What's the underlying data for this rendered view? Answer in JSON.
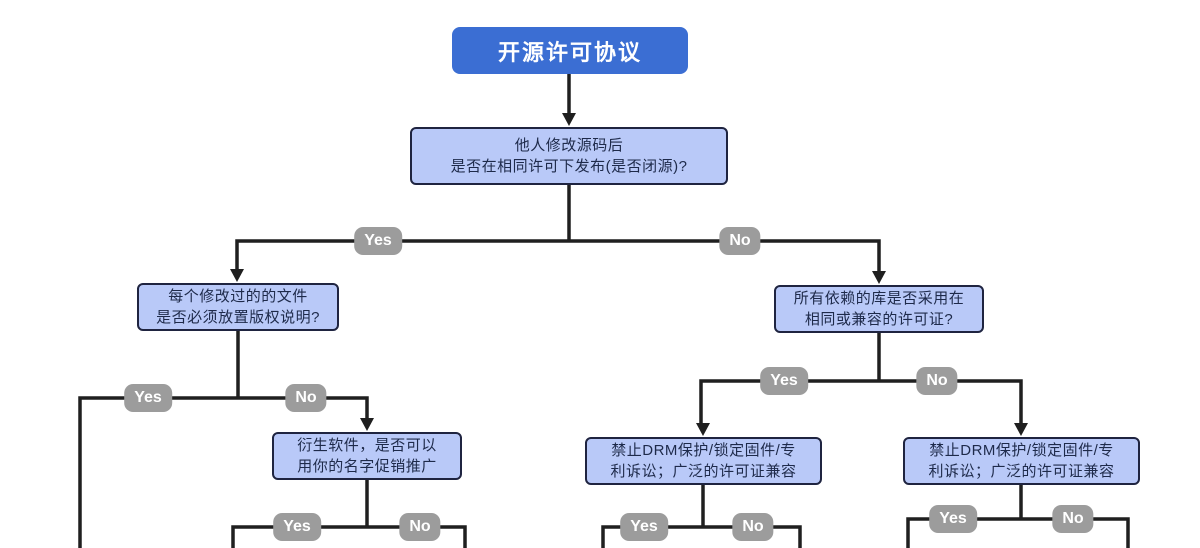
{
  "title": {
    "label": "开源许可协议"
  },
  "labels": {
    "yes": "Yes",
    "no": "No"
  },
  "nodes": {
    "modify_release": {
      "line1": "他人修改源码后",
      "line2": "是否在相同许可下发布(是否闭源)?"
    },
    "copyright_notice": {
      "line1": "每个修改过的的文件",
      "line2": "是否必须放置版权说明?"
    },
    "deps_license": {
      "line1": "所有依赖的库是否采用在",
      "line2": "相同或兼容的许可证?"
    },
    "name_promotion": {
      "line1": "衍生软件，是否可以",
      "line2": "用你的名字促销推广"
    },
    "drm_left": {
      "line1": "禁止DRM保护/锁定固件/专",
      "line2": "利诉讼；广泛的许可证兼容"
    },
    "drm_right": {
      "line1": "禁止DRM保护/锁定固件/专",
      "line2": "利诉讼；广泛的许可证兼容"
    }
  },
  "colors": {
    "title_bg": "#3b6ed3",
    "title_text": "#ffffff",
    "node_bg": "#b9c9f8",
    "node_border": "#1f2440",
    "node_text": "#1e2a4a",
    "connector": "#1f1f1f",
    "badge_bg": "#9c9c9c",
    "badge_text": "#ffffff"
  }
}
